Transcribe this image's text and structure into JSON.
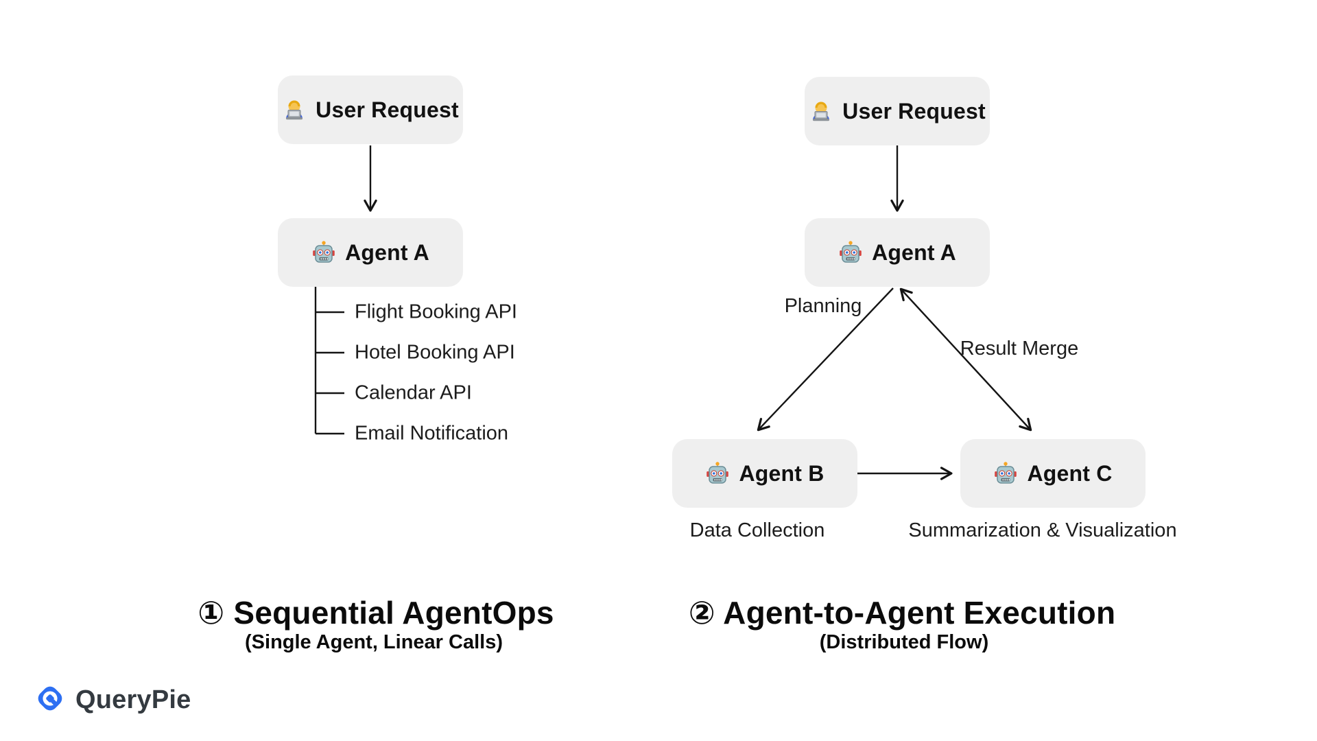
{
  "left": {
    "user_request_label": "User Request",
    "agent_a_label": "Agent A",
    "api_items": [
      "Flight Booking API",
      "Hotel Booking API",
      "Calendar API",
      "Email Notification"
    ],
    "title": "① Sequential AgentOps",
    "subtitle": "(Single Agent, Linear Calls)"
  },
  "right": {
    "user_request_label": "User Request",
    "agent_a_label": "Agent A",
    "agent_b_label": "Agent B",
    "agent_c_label": "Agent C",
    "planning_label": "Planning",
    "result_merge_label": "Result Merge",
    "agent_b_caption": "Data Collection",
    "agent_c_caption": "Summarization & Visualization",
    "title": "② Agent-to-Agent Execution",
    "subtitle": "(Distributed Flow)"
  },
  "branding": {
    "name": "QueryPie"
  },
  "icons": {
    "user": "man-technologist-emoji",
    "agent": "robot-emoji",
    "logo": "querypie-q-mark"
  },
  "colors": {
    "node_background": "#efefef",
    "text_primary": "#111111",
    "connector": "#141414",
    "brand_blue": "#2d6ff2",
    "logo_text": "#343a40"
  }
}
